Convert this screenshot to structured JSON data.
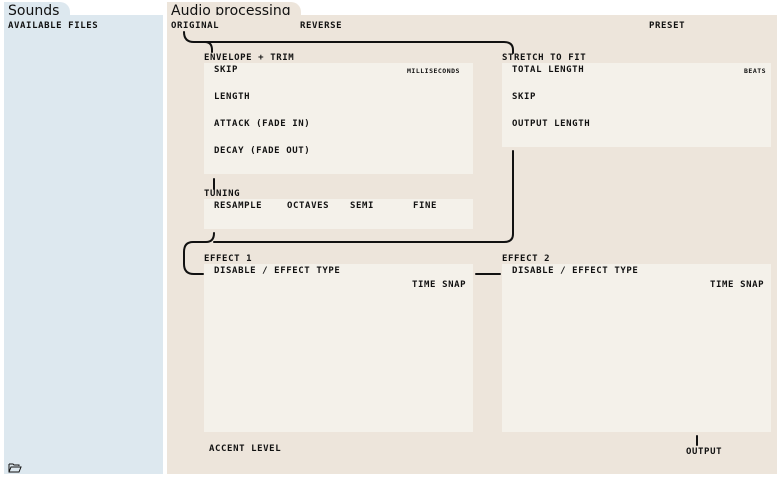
{
  "sounds": {
    "tab_title": "Sounds",
    "available_files": "AVAILABLE FILES",
    "folder_icon": "folder-icon"
  },
  "audio": {
    "tab_title": "Audio processing",
    "top": {
      "original": "ORIGINAL",
      "reverse": "REVERSE",
      "preset": "PRESET"
    },
    "envelope": {
      "title": "ENVELOPE + TRIM",
      "unit": "MILLISECONDS",
      "skip": "SKIP",
      "length": "LENGTH",
      "attack": "ATTACK (FADE IN)",
      "decay": "DECAY (FADE OUT)"
    },
    "stretch": {
      "title": "STRETCH TO FIT",
      "unit": "BEATS",
      "total_length": "TOTAL LENGTH",
      "skip": "SKIP",
      "output_length": "OUTPUT LENGTH"
    },
    "tuning": {
      "title": "TUNING",
      "resample": "RESAMPLE",
      "octaves": "OCTAVES",
      "semi": "SEMI",
      "fine": "FINE"
    },
    "effect1": {
      "title": "EFFECT 1",
      "type": "DISABLE / EFFECT TYPE",
      "time_snap": "TIME SNAP"
    },
    "effect2": {
      "title": "EFFECT 2",
      "type": "DISABLE / EFFECT TYPE",
      "time_snap": "TIME SNAP"
    },
    "accent_level": "ACCENT LEVEL",
    "output": "OUTPUT"
  },
  "colors": {
    "sounds_panel": "#dde8ef",
    "audio_panel": "#ede5db",
    "inner_box": "#f4f1ea"
  }
}
